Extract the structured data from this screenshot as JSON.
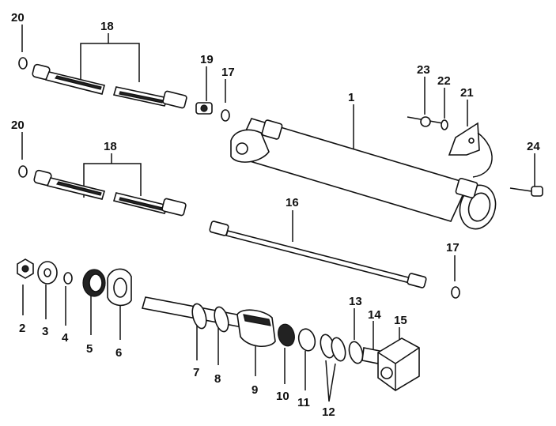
{
  "diagram": {
    "callouts": [
      "1",
      "2",
      "3",
      "4",
      "5",
      "6",
      "7",
      "8",
      "9",
      "10",
      "11",
      "12",
      "13",
      "14",
      "15",
      "16",
      "17",
      "17",
      "18",
      "18",
      "19",
      "20",
      "20",
      "21",
      "22",
      "23",
      "24"
    ]
  }
}
